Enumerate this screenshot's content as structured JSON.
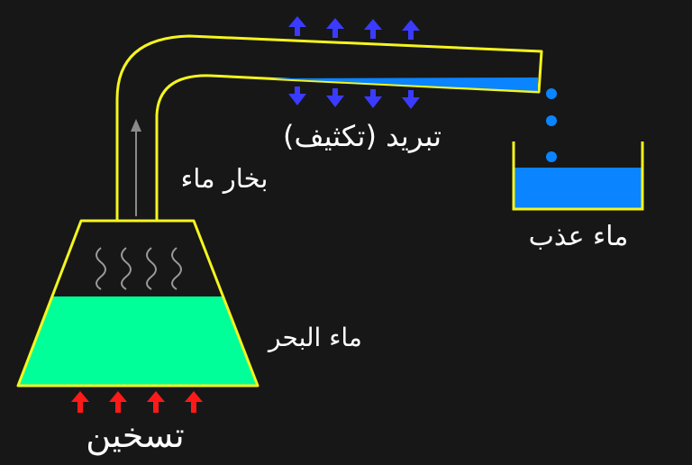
{
  "labels": {
    "cooling": "تبريد (تكثيف)",
    "vapor": "بخار ماء",
    "fresh_water": "ماء عذب",
    "seawater": "ماء البحر",
    "heating": "تسخين"
  },
  "colors": {
    "background": "#171717",
    "glass_outline": "#f5f51e",
    "seawater": "#00ff99",
    "fresh_water": "#0a84ff",
    "cooling_arrows": "#3b3bff",
    "heating_arrows": "#ff1a1a",
    "vapor_arrow": "#8a8a8a",
    "text": "#ffffff"
  },
  "icons": {
    "cooling_arrows": "arrow-up-icon / arrow-down-icon",
    "heating_arrows": "arrow-up-icon",
    "vapor_waves": "wavy-line-icon",
    "drops": "water-drop-icon"
  }
}
